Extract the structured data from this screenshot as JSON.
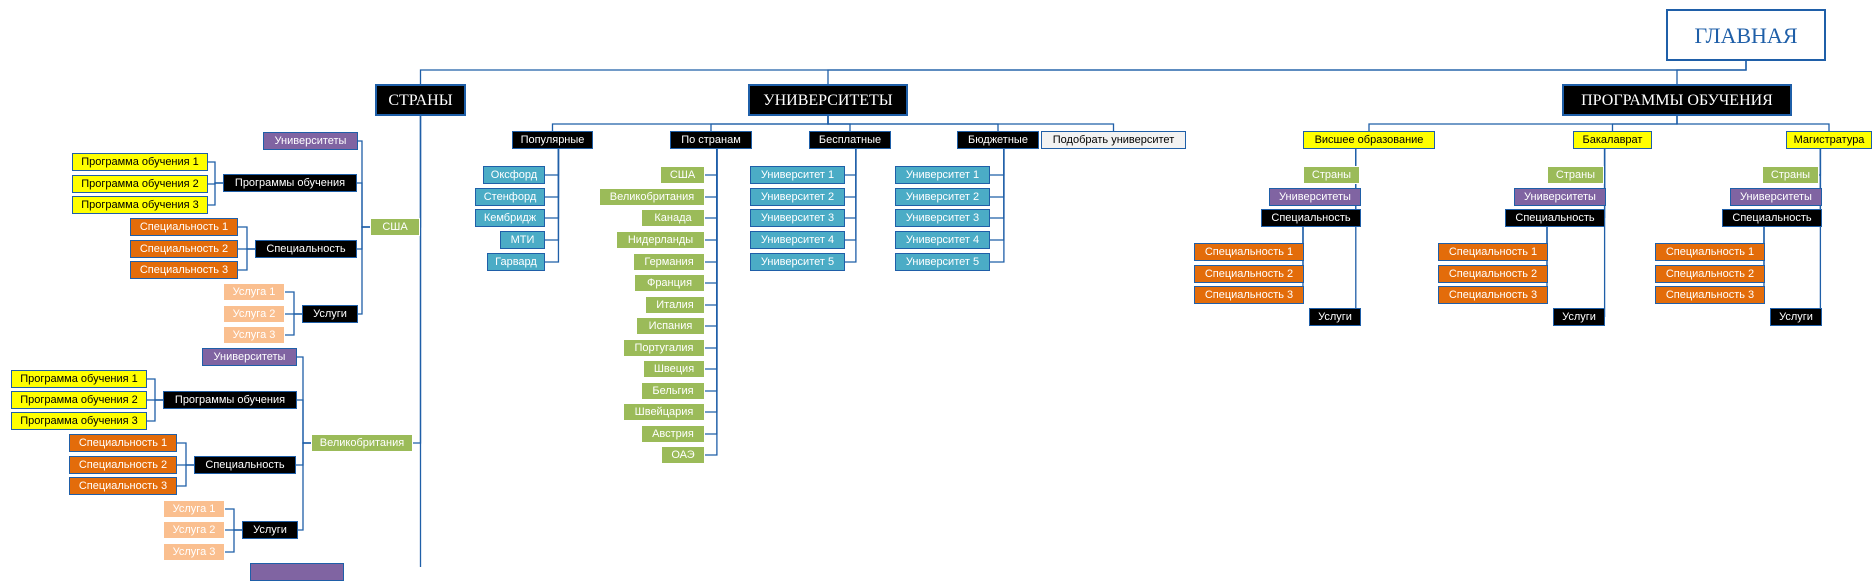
{
  "nodes": [
    {
      "id": "main",
      "label": "ГЛАВНАЯ",
      "cls": "main"
    },
    {
      "id": "countries",
      "label": "СТРАНЫ",
      "cls": "big"
    },
    {
      "id": "universities",
      "label": "УНИВЕРСИТЕТЫ",
      "cls": "big"
    },
    {
      "id": "programs",
      "label": "ПРОГРАММЫ ОБУЧЕНИЯ",
      "cls": "big"
    },
    {
      "id": "usa",
      "label": "США",
      "cls": "grn"
    },
    {
      "id": "usa-univ",
      "label": "Университеты",
      "cls": "pur"
    },
    {
      "id": "usa-prog",
      "label": "Программы обучения",
      "cls": "blk"
    },
    {
      "id": "usa-p1",
      "label": "Программа обучения 1",
      "cls": "yel"
    },
    {
      "id": "usa-p2",
      "label": "Программа обучения 2",
      "cls": "yel"
    },
    {
      "id": "usa-p3",
      "label": "Программа обучения 3",
      "cls": "yel"
    },
    {
      "id": "usa-spec",
      "label": "Специальность",
      "cls": "blk"
    },
    {
      "id": "usa-s1",
      "label": "Специальность 1",
      "cls": "org"
    },
    {
      "id": "usa-s2",
      "label": "Специальность 2",
      "cls": "org"
    },
    {
      "id": "usa-s3",
      "label": "Специальность 3",
      "cls": "org"
    },
    {
      "id": "usa-serv",
      "label": "Услуги",
      "cls": "blk"
    },
    {
      "id": "usa-u1",
      "label": "Услуга 1",
      "cls": "pch"
    },
    {
      "id": "usa-u2",
      "label": "Услуга 2",
      "cls": "pch"
    },
    {
      "id": "usa-u3",
      "label": "Услуга 3",
      "cls": "pch"
    },
    {
      "id": "uk",
      "label": "Великобритания",
      "cls": "grn"
    },
    {
      "id": "uk-univ",
      "label": "Университеты",
      "cls": "pur"
    },
    {
      "id": "uk-prog",
      "label": "Программы обучения",
      "cls": "blk"
    },
    {
      "id": "uk-p1",
      "label": "Программа обучения 1",
      "cls": "yel"
    },
    {
      "id": "uk-p2",
      "label": "Программа обучения 2",
      "cls": "yel"
    },
    {
      "id": "uk-p3",
      "label": "Программа обучения 3",
      "cls": "yel"
    },
    {
      "id": "uk-spec",
      "label": "Специальность",
      "cls": "blk"
    },
    {
      "id": "uk-s1",
      "label": "Специальность 1",
      "cls": "org"
    },
    {
      "id": "uk-s2",
      "label": "Специальность 2",
      "cls": "org"
    },
    {
      "id": "uk-s3",
      "label": "Специальность 3",
      "cls": "org"
    },
    {
      "id": "uk-serv",
      "label": "Услуги",
      "cls": "blk"
    },
    {
      "id": "uk-u1",
      "label": "Услуга 1",
      "cls": "pch"
    },
    {
      "id": "uk-u2",
      "label": "Услуга 2",
      "cls": "pch"
    },
    {
      "id": "uk-u3",
      "label": "Услуга 3",
      "cls": "pch"
    },
    {
      "id": "partial",
      "label": "",
      "cls": "pur"
    },
    {
      "id": "popular",
      "label": "Популярные",
      "cls": "blk"
    },
    {
      "id": "oxford",
      "label": "Оксфорд",
      "cls": "blu"
    },
    {
      "id": "stanford",
      "label": "Стенфорд",
      "cls": "blu"
    },
    {
      "id": "cambridge",
      "label": "Кембридж",
      "cls": "blu"
    },
    {
      "id": "mit",
      "label": "МТИ",
      "cls": "blu"
    },
    {
      "id": "harvard",
      "label": "Гарвард",
      "cls": "blu"
    },
    {
      "id": "bycountry",
      "label": "По странам",
      "cls": "blk"
    },
    {
      "id": "c-usa",
      "label": "США",
      "cls": "grn"
    },
    {
      "id": "c-uk",
      "label": "Великобритания",
      "cls": "grn"
    },
    {
      "id": "c-canada",
      "label": "Канада",
      "cls": "grn"
    },
    {
      "id": "c-nl",
      "label": "Нидерланды",
      "cls": "grn"
    },
    {
      "id": "c-de",
      "label": "Германия",
      "cls": "grn"
    },
    {
      "id": "c-fr",
      "label": "Франция",
      "cls": "grn"
    },
    {
      "id": "c-it",
      "label": "Италия",
      "cls": "grn"
    },
    {
      "id": "c-es",
      "label": "Испания",
      "cls": "grn"
    },
    {
      "id": "c-pt",
      "label": "Португалия",
      "cls": "grn"
    },
    {
      "id": "c-se",
      "label": "Швеция",
      "cls": "grn"
    },
    {
      "id": "c-be",
      "label": "Бельгия",
      "cls": "grn"
    },
    {
      "id": "c-ch",
      "label": "Швейцария",
      "cls": "grn"
    },
    {
      "id": "c-at",
      "label": "Австрия",
      "cls": "grn"
    },
    {
      "id": "c-ae",
      "label": "ОАЭ",
      "cls": "grn"
    },
    {
      "id": "free",
      "label": "Бесплатные",
      "cls": "blk"
    },
    {
      "id": "f1",
      "label": "Университет 1",
      "cls": "blu"
    },
    {
      "id": "f2",
      "label": "Университет 2",
      "cls": "blu"
    },
    {
      "id": "f3",
      "label": "Университет 3",
      "cls": "blu"
    },
    {
      "id": "f4",
      "label": "Университет 4",
      "cls": "blu"
    },
    {
      "id": "f5",
      "label": "Университет 5",
      "cls": "blu"
    },
    {
      "id": "budget",
      "label": "Бюджетные",
      "cls": "blk"
    },
    {
      "id": "b1",
      "label": "Университет 1",
      "cls": "blu"
    },
    {
      "id": "b2",
      "label": "Университет 2",
      "cls": "blu"
    },
    {
      "id": "b3",
      "label": "Университет 3",
      "cls": "blu"
    },
    {
      "id": "b4",
      "label": "Университет 4",
      "cls": "blu"
    },
    {
      "id": "b5",
      "label": "Университет 5",
      "cls": "blu"
    },
    {
      "id": "pick",
      "label": "Подобрать университет",
      "cls": "wht"
    },
    {
      "id": "higher",
      "label": "Висшее образование",
      "cls": "yel"
    },
    {
      "id": "h-countries",
      "label": "Страны",
      "cls": "grn"
    },
    {
      "id": "h-univ",
      "label": "Университеты",
      "cls": "pur"
    },
    {
      "id": "h-spec",
      "label": "Специальность",
      "cls": "blk"
    },
    {
      "id": "h-s1",
      "label": "Специальность 1",
      "cls": "org"
    },
    {
      "id": "h-s2",
      "label": "Специальность 2",
      "cls": "org"
    },
    {
      "id": "h-s3",
      "label": "Специальность 3",
      "cls": "org"
    },
    {
      "id": "h-serv",
      "label": "Услуги",
      "cls": "blk"
    },
    {
      "id": "bachelor",
      "label": "Бакалаврат",
      "cls": "yel"
    },
    {
      "id": "ba-countries",
      "label": "Страны",
      "cls": "grn"
    },
    {
      "id": "ba-univ",
      "label": "Университеты",
      "cls": "pur"
    },
    {
      "id": "ba-spec",
      "label": "Специальность",
      "cls": "blk"
    },
    {
      "id": "ba-s1",
      "label": "Специальность 1",
      "cls": "org"
    },
    {
      "id": "ba-s2",
      "label": "Специальность 2",
      "cls": "org"
    },
    {
      "id": "ba-s3",
      "label": "Специальность 3",
      "cls": "org"
    },
    {
      "id": "ba-serv",
      "label": "Услуги",
      "cls": "blk"
    },
    {
      "id": "master",
      "label": "Магистратура",
      "cls": "yel"
    },
    {
      "id": "ma-countries",
      "label": "Страны",
      "cls": "grn"
    },
    {
      "id": "ma-univ",
      "label": "Университеты",
      "cls": "pur"
    },
    {
      "id": "ma-spec",
      "label": "Специальность",
      "cls": "blk"
    },
    {
      "id": "ma-s1",
      "label": "Специальность 1",
      "cls": "org"
    },
    {
      "id": "ma-s2",
      "label": "Специальность 2",
      "cls": "org"
    },
    {
      "id": "ma-s3",
      "label": "Специальность 3",
      "cls": "org"
    },
    {
      "id": "ma-serv",
      "label": "Услуги",
      "cls": "blk"
    }
  ],
  "edges": [
    [
      "main",
      "countries"
    ],
    [
      "main",
      "universities"
    ],
    [
      "main",
      "programs"
    ],
    [
      "countries",
      "usa"
    ],
    [
      "countries",
      "uk"
    ],
    [
      "countries",
      "partial"
    ],
    [
      "usa",
      "usa-univ"
    ],
    [
      "usa",
      "usa-prog"
    ],
    [
      "usa",
      "usa-spec"
    ],
    [
      "usa",
      "usa-serv"
    ],
    [
      "usa-prog",
      "usa-p1"
    ],
    [
      "usa-prog",
      "usa-p2"
    ],
    [
      "usa-prog",
      "usa-p3"
    ],
    [
      "usa-spec",
      "usa-s1"
    ],
    [
      "usa-spec",
      "usa-s2"
    ],
    [
      "usa-spec",
      "usa-s3"
    ],
    [
      "usa-serv",
      "usa-u1"
    ],
    [
      "usa-serv",
      "usa-u2"
    ],
    [
      "usa-serv",
      "usa-u3"
    ],
    [
      "uk",
      "uk-univ"
    ],
    [
      "uk",
      "uk-prog"
    ],
    [
      "uk",
      "uk-spec"
    ],
    [
      "uk",
      "uk-serv"
    ],
    [
      "uk-prog",
      "uk-p1"
    ],
    [
      "uk-prog",
      "uk-p2"
    ],
    [
      "uk-prog",
      "uk-p3"
    ],
    [
      "uk-spec",
      "uk-s1"
    ],
    [
      "uk-spec",
      "uk-s2"
    ],
    [
      "uk-spec",
      "uk-s3"
    ],
    [
      "uk-serv",
      "uk-u1"
    ],
    [
      "uk-serv",
      "uk-u2"
    ],
    [
      "uk-serv",
      "uk-u3"
    ],
    [
      "universities",
      "popular"
    ],
    [
      "universities",
      "bycountry"
    ],
    [
      "universities",
      "free"
    ],
    [
      "universities",
      "budget"
    ],
    [
      "universities",
      "pick"
    ],
    [
      "popular",
      "oxford"
    ],
    [
      "popular",
      "stanford"
    ],
    [
      "popular",
      "cambridge"
    ],
    [
      "popular",
      "mit"
    ],
    [
      "popular",
      "harvard"
    ],
    [
      "bycountry",
      "c-usa"
    ],
    [
      "bycountry",
      "c-uk"
    ],
    [
      "bycountry",
      "c-canada"
    ],
    [
      "bycountry",
      "c-nl"
    ],
    [
      "bycountry",
      "c-de"
    ],
    [
      "bycountry",
      "c-fr"
    ],
    [
      "bycountry",
      "c-it"
    ],
    [
      "bycountry",
      "c-es"
    ],
    [
      "bycountry",
      "c-pt"
    ],
    [
      "bycountry",
      "c-se"
    ],
    [
      "bycountry",
      "c-be"
    ],
    [
      "bycountry",
      "c-ch"
    ],
    [
      "bycountry",
      "c-at"
    ],
    [
      "bycountry",
      "c-ae"
    ],
    [
      "free",
      "f1"
    ],
    [
      "free",
      "f2"
    ],
    [
      "free",
      "f3"
    ],
    [
      "free",
      "f4"
    ],
    [
      "free",
      "f5"
    ],
    [
      "budget",
      "b1"
    ],
    [
      "budget",
      "b2"
    ],
    [
      "budget",
      "b3"
    ],
    [
      "budget",
      "b4"
    ],
    [
      "budget",
      "b5"
    ],
    [
      "programs",
      "higher"
    ],
    [
      "programs",
      "bachelor"
    ],
    [
      "programs",
      "master"
    ],
    [
      "higher",
      "h-countries"
    ],
    [
      "higher",
      "h-univ"
    ],
    [
      "higher",
      "h-spec"
    ],
    [
      "higher",
      "h-serv"
    ],
    [
      "h-spec",
      "h-s1"
    ],
    [
      "h-spec",
      "h-s2"
    ],
    [
      "h-spec",
      "h-s3"
    ],
    [
      "bachelor",
      "ba-countries"
    ],
    [
      "bachelor",
      "ba-univ"
    ],
    [
      "bachelor",
      "ba-spec"
    ],
    [
      "bachelor",
      "ba-serv"
    ],
    [
      "ba-spec",
      "ba-s1"
    ],
    [
      "ba-spec",
      "ba-s2"
    ],
    [
      "ba-spec",
      "ba-s3"
    ],
    [
      "master",
      "ma-countries"
    ],
    [
      "master",
      "ma-univ"
    ],
    [
      "master",
      "ma-spec"
    ],
    [
      "master",
      "ma-serv"
    ],
    [
      "ma-spec",
      "ma-s1"
    ],
    [
      "ma-spec",
      "ma-s2"
    ],
    [
      "ma-spec",
      "ma-s3"
    ]
  ],
  "colors": {
    "wire": "#1f5fa8",
    "black": "#000000",
    "green": "#9bbb59",
    "blue": "#4bacc6",
    "orange": "#e36c0a",
    "peach": "#fabf8f",
    "purple": "#8064a2",
    "yellow": "#ffff00"
  }
}
